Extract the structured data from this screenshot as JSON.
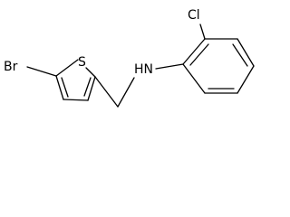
{
  "molecule": {
    "atoms": {
      "br": "Br",
      "s": "S",
      "nh": "HN",
      "cl": "Cl"
    },
    "colors": {
      "bond": "#000000",
      "label": "#000000",
      "background": "#ffffff"
    }
  }
}
